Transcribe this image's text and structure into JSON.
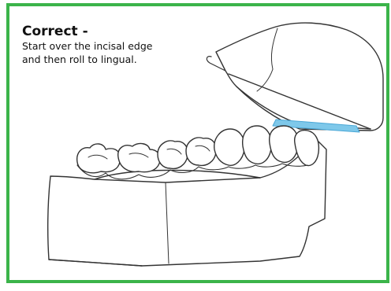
{
  "card": {
    "title": "Correct -",
    "instruction_line_1": "Start over the incisal edge",
    "instruction_line_2": "and then roll to lingual."
  },
  "colors": {
    "frame_border": "#3bb44a",
    "scanner_tip": "#7ec8ea",
    "line_art": "#333333"
  },
  "icons": {
    "scanner": "intraoral-scanner-illustration",
    "jaw": "dental-arch-model-illustration"
  }
}
